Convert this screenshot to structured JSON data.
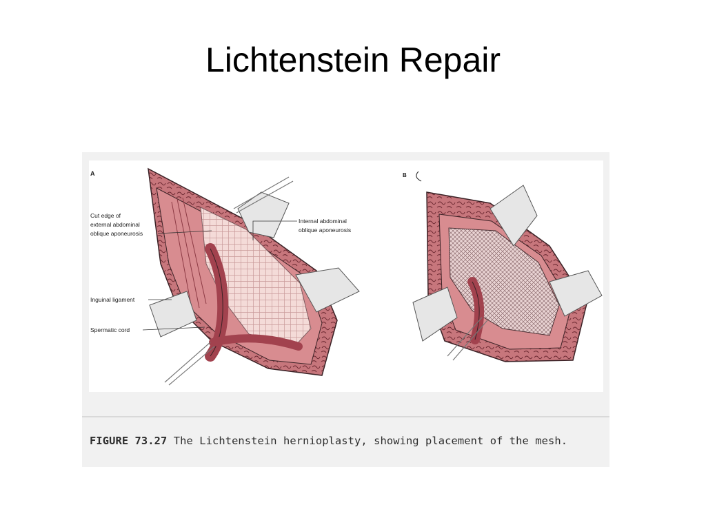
{
  "slide": {
    "title": "Lichtenstein Repair"
  },
  "figure": {
    "panel_a_letter": "A",
    "panel_b_letter": "B",
    "labels": {
      "cut_edge_1": "Cut edge of",
      "cut_edge_2": "external abdominal",
      "cut_edge_3": "oblique aponeurosis",
      "internal_1": "Internal abdominal",
      "internal_2": "oblique aponeurosis",
      "inguinal": "Inguinal ligament",
      "spermatic": "Spermatic cord"
    },
    "caption_number": "FIGURE 73.27",
    "caption_text": " The Lichtenstein hernioplasty, showing placement of the mesh."
  },
  "colors": {
    "tissue": "#d88c90",
    "tissue_dark": "#8c3a44",
    "tissue_light": "#f0c6c4",
    "mesh": "#f3d6d2",
    "retractor": "#d8d8d8",
    "outline": "#3a2226"
  }
}
